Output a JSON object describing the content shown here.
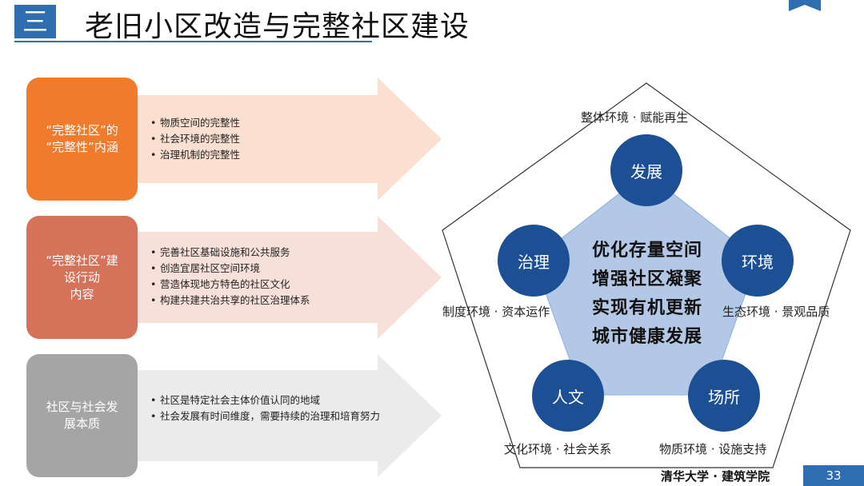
{
  "header": {
    "section_number": "三",
    "title": "老旧小区改造与完整社区建设"
  },
  "rows": [
    {
      "label_lines": [
        "“完整社区”的",
        "“完整性”内涵"
      ],
      "color": "#f07b2c",
      "arrow_color": "#fbe0d2",
      "bullets": [
        "物质空间的完整性",
        "社会环境的完整性",
        "治理机制的完整性"
      ]
    },
    {
      "label_lines": [
        "“完整社区”建",
        "设行动",
        "内容"
      ],
      "color": "#d4735a",
      "arrow_color": "#f7e0da",
      "bullets": [
        "完善社区基础设施和公共服务",
        "创造宜居社区空间环境",
        "营造体现地方特色的社区文化",
        "构建共建共治共享的社区治理体系"
      ]
    },
    {
      "label_lines": [
        "社区与社会发",
        "展本质"
      ],
      "color": "#a5a5a5",
      "arrow_color": "#ebebeb",
      "bullets": [
        "社区是特定社会主体价值认同的地域",
        "社会发展有时间维度，需要持续的治理和培育努力"
      ]
    }
  ],
  "diagram": {
    "center_lines": [
      "优化存量空间",
      "增强社区凝聚",
      "实现有机更新",
      "城市健康发展"
    ],
    "nodes": {
      "top": "发展",
      "left": "治理",
      "right": "环境",
      "bottom_left": "人文",
      "bottom_right": "场所"
    },
    "env_labels": {
      "top": "整体环境 · 赋能再生",
      "left": "制度环境 · 资本运作",
      "right": "生态环境 · 景观品质",
      "bottom_left": "文化环境 · 社会关系",
      "bottom_right": "物质环境 · 设施支持"
    },
    "colors": {
      "node": "#1c4f93",
      "inner_pentagon": "#b3c7e6"
    }
  },
  "footer": {
    "institution": "清华大学 · 建筑学院",
    "page_number": "33"
  }
}
